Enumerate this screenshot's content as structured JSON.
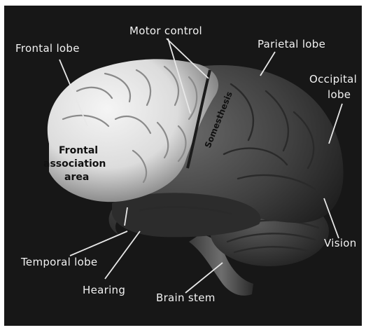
{
  "labels": {
    "frontal_lobe": "Frontal lobe",
    "motor_control": "Motor control",
    "parietal_lobe": "Parietal lobe",
    "occipital_lobe_line1": "Occipital",
    "occipital_lobe_line2": "lobe",
    "somesthesis": "Somesthesis",
    "frontal_assoc_line1": "Frontal",
    "frontal_assoc_line2": "association",
    "frontal_assoc_line3": "area",
    "vision": "Vision",
    "temporal_lobe": "Temporal lobe",
    "hearing": "Hearing",
    "brain_stem": "Brain stem"
  },
  "colors": {
    "background": "#1a1a1a",
    "frame": "#ffffff",
    "brain_light": "#e9e9e9",
    "brain_shadow": "#3a3a3a",
    "text": "#f2f2f2"
  }
}
